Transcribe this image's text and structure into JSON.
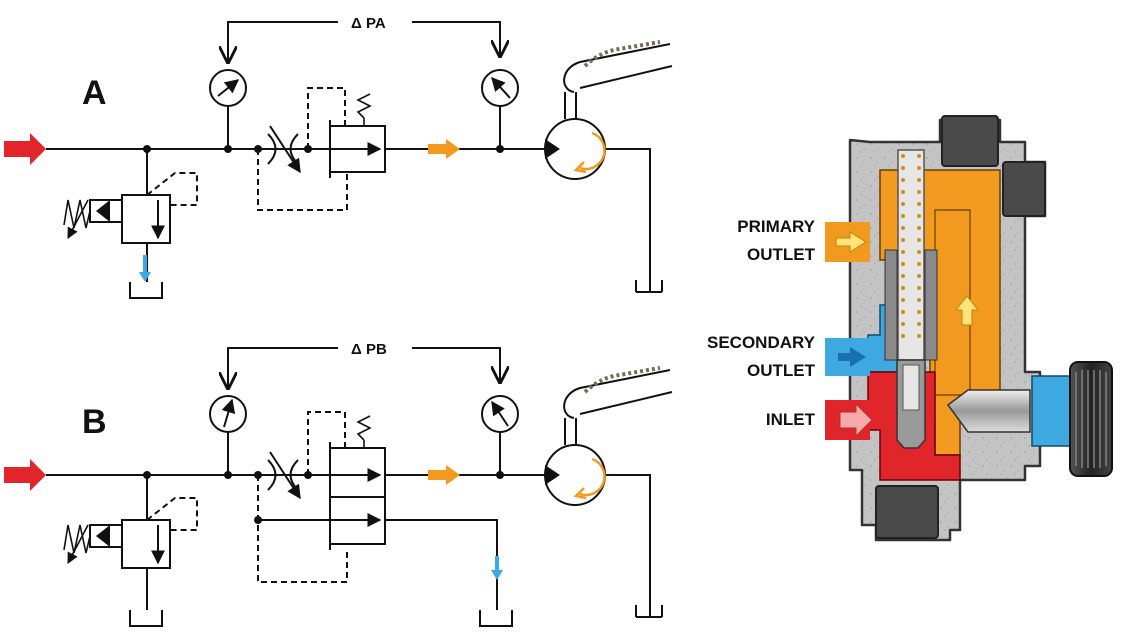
{
  "circuit_a": {
    "label": "A",
    "delta_label": "Δ PA"
  },
  "circuit_b": {
    "label": "B",
    "delta_label": "Δ PB"
  },
  "valve": {
    "primary_outlet": [
      "PRIMARY",
      "OUTLET"
    ],
    "secondary_outlet": [
      "SECONDARY",
      "OUTLET"
    ],
    "inlet": "INLET"
  },
  "colors": {
    "supply_arrow": "#e0262b",
    "primary_flow": "#f29a1f",
    "secondary_flow": "#3da9e0",
    "valve_body": "#bdbdbd",
    "knob": "#2a2a2a"
  },
  "icons": [
    "pressure-gauge-icon",
    "hydraulic-motor-icon",
    "tank-icon",
    "relief-valve-icon",
    "variable-orifice-icon"
  ]
}
